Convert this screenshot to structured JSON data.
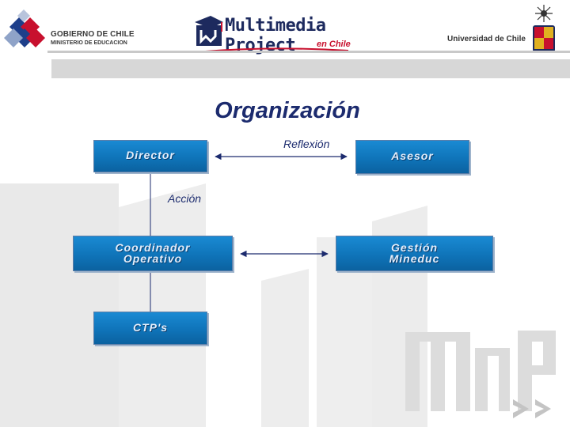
{
  "header": {
    "gob_line1": "GOBIERNO DE CHILE",
    "gob_line2": "MINISTERIO DE EDUCACION",
    "mmp_title": "Multimedia Project",
    "mmp_sub": "en Chile",
    "uch": "Universidad de Chile"
  },
  "title": "Organización",
  "boxes": {
    "director": "Director",
    "asesor": "Asesor",
    "coordinador": "Coordinador\nOperativo",
    "gestion": "Gestión\nMineduc",
    "ctp": "CTP's"
  },
  "labels": {
    "reflexion": "Reflexión",
    "accion": "Acción"
  },
  "watermark": "MmP",
  "colors": {
    "box_blue": "#0f74b9",
    "title_navy": "#1c2b6e"
  }
}
